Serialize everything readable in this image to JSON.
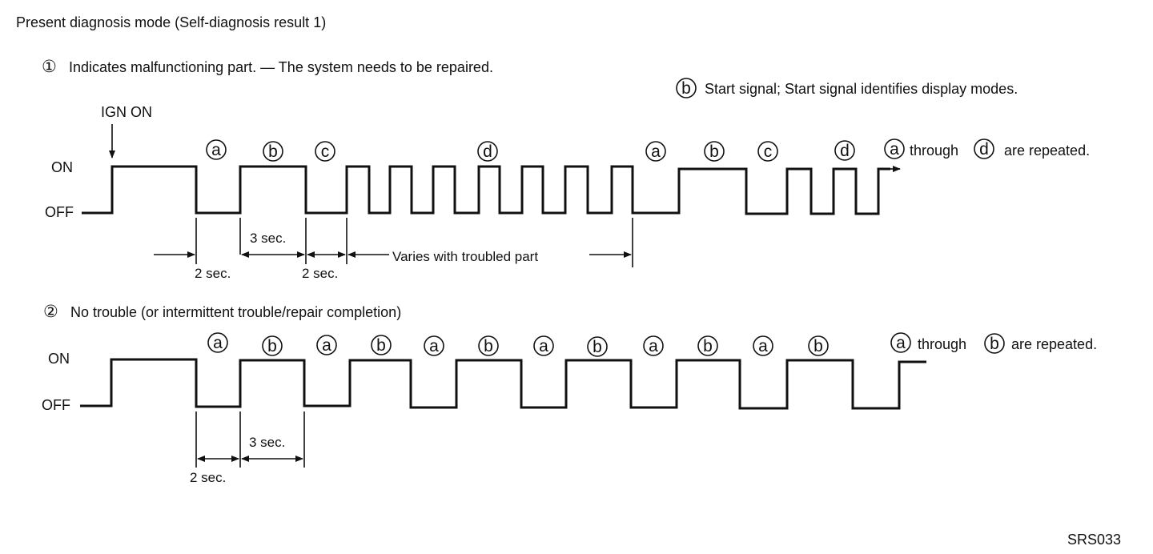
{
  "title": "Present diagnosis mode (Self-diagnosis result 1)",
  "figure_id": "SRS033",
  "level_labels": {
    "on": "ON",
    "off": "OFF"
  },
  "section1": {
    "number": "①",
    "heading": "Indicates malfunctioning part. — The system needs to be repaired.",
    "note_symbol": "b",
    "note_text": "Start signal; Start signal identifies display modes.",
    "ign_label": "IGN ON",
    "phase_marks": [
      "a",
      "b",
      "c",
      "d",
      "a",
      "b",
      "c",
      "d"
    ],
    "repeat_from": "a",
    "repeat_word": "through",
    "repeat_to": "d",
    "repeat_suffix": "are repeated.",
    "dim_3sec": "3 sec.",
    "dim_2sec_first": "2 sec.",
    "dim_2sec_second": "2 sec.",
    "varies_text": "Varies with troubled part"
  },
  "section2": {
    "number": "②",
    "heading": "No trouble (or intermittent trouble/repair completion)",
    "phase_marks": [
      "a",
      "b",
      "a",
      "b",
      "a",
      "b",
      "a",
      "b",
      "a",
      "b",
      "a",
      "b"
    ],
    "repeat_from": "a",
    "repeat_word": "through",
    "repeat_to": "b",
    "repeat_suffix": "are repeated.",
    "dim_3sec": "3 sec.",
    "dim_2sec": "2 sec."
  }
}
